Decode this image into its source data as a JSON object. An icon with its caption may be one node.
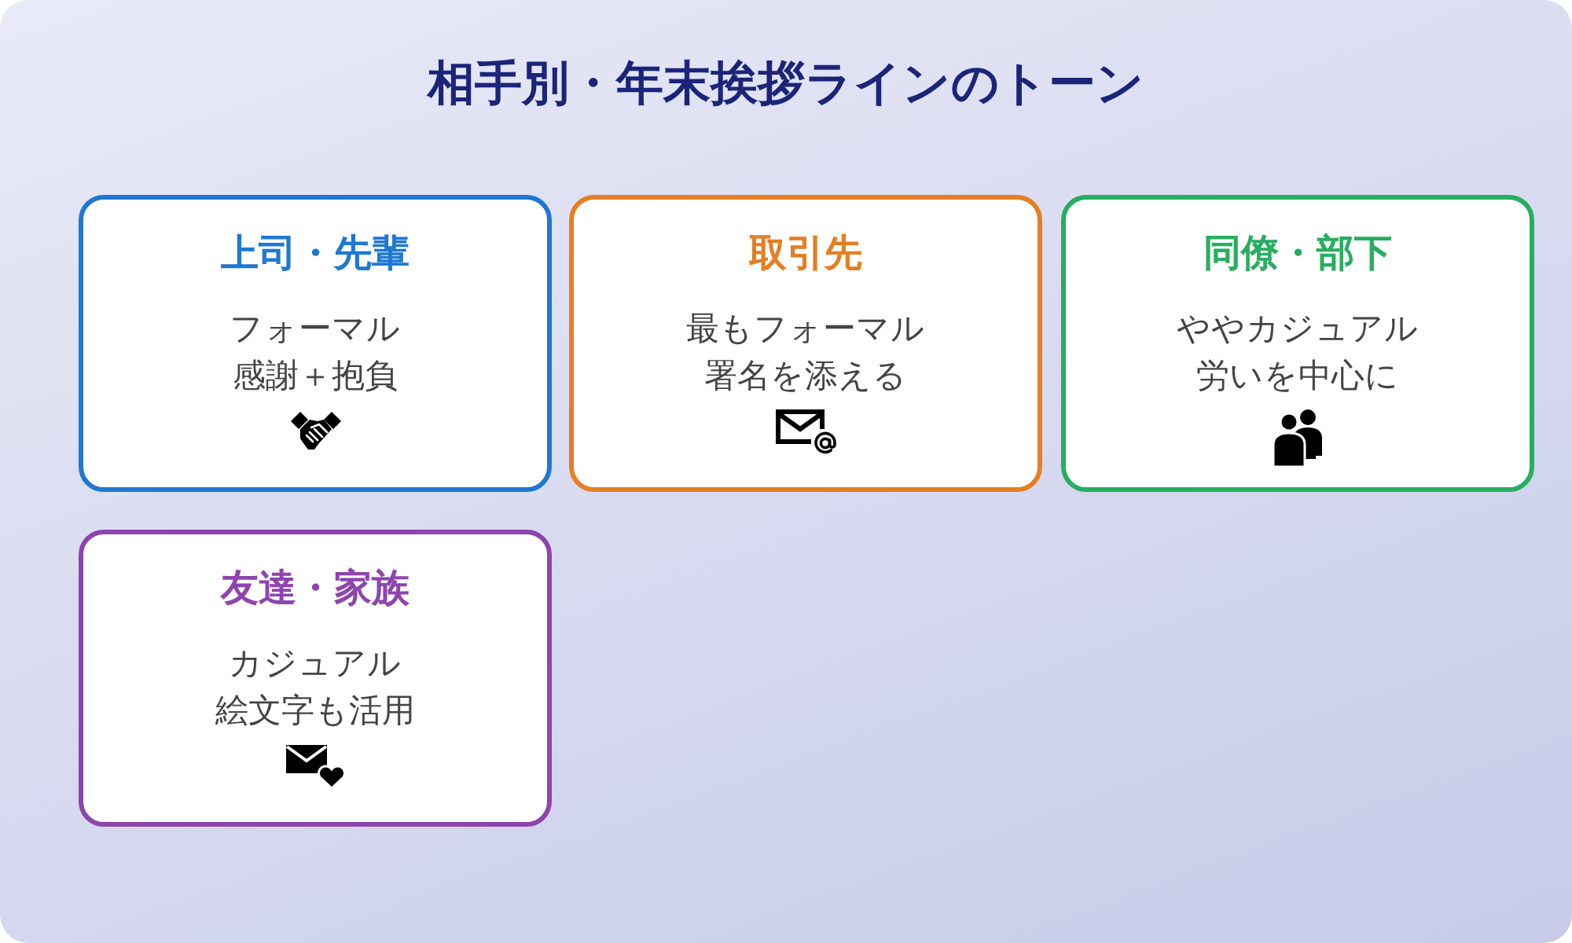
{
  "diagram": {
    "title": "相手別・年末挨拶ラインのトーン",
    "nodes": [
      {
        "text": [
          "上司・先輩",
          "フォーマル",
          "感謝＋抱負"
        ]
      },
      {
        "text": [
          "取引先",
          "最もフォーマル",
          "署名を添える"
        ]
      },
      {
        "text": [
          "同僚・部下",
          "ややカジュアル",
          "労いを中心に"
        ]
      },
      {
        "text": [
          "友達・家族",
          "カジュアル",
          "絵文字も活用"
        ]
      }
    ]
  }
}
